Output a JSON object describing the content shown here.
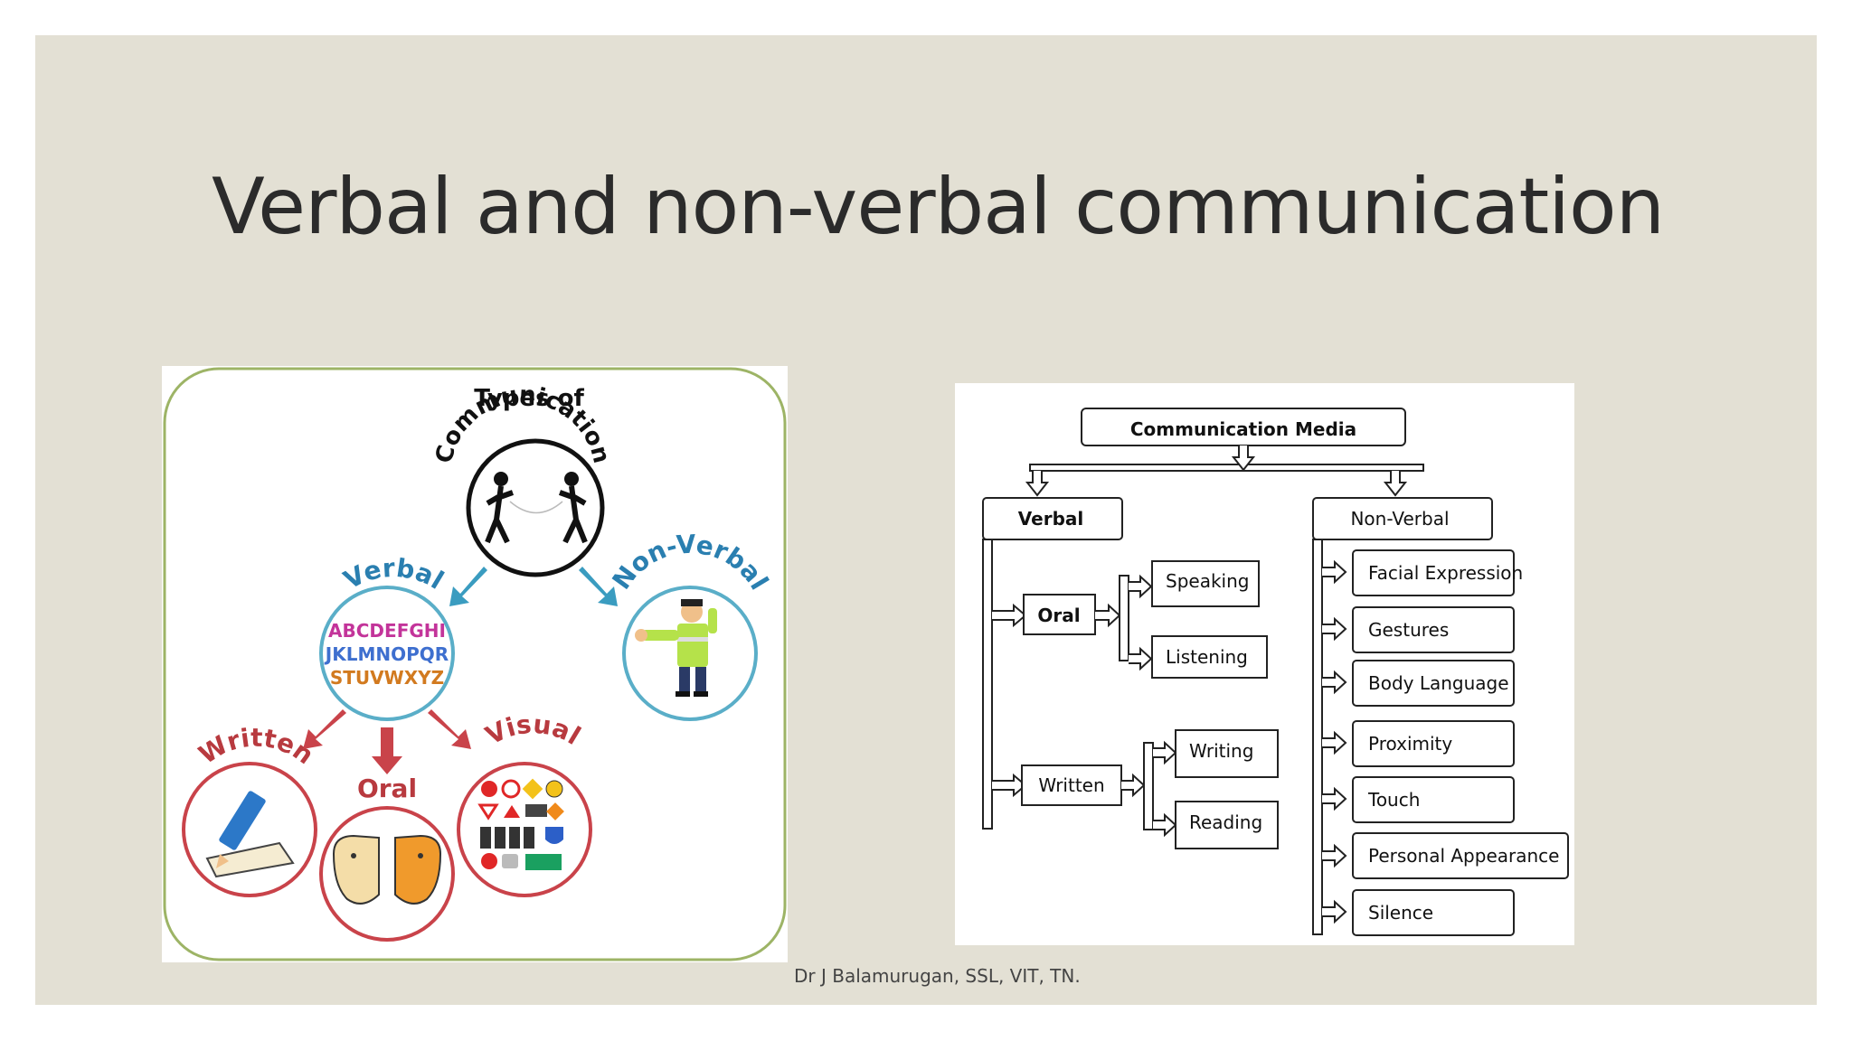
{
  "slide": {
    "title": "Verbal and non-verbal communication",
    "footer": "Dr J Balamurugan, SSL, VIT, TN."
  },
  "left_figure": {
    "center_line1": "Types of",
    "center_line2": "Communication",
    "verbal": "Verbal",
    "nonverbal": "Non-Verbal",
    "written": "Written",
    "oral": "Oral",
    "visual": "Visual",
    "alphabet_rows": [
      "ABCDEFGHI",
      "JKLMNOPQR",
      "STUVWXYZ"
    ]
  },
  "right_figure": {
    "root": "Communication Media",
    "verbal": "Verbal",
    "nonverbal": "Non-Verbal",
    "oral": "Oral",
    "written": "Written",
    "speaking": "Speaking",
    "listening": "Listening",
    "writing": "Writing",
    "reading": "Reading",
    "nonverbal_items": [
      "Facial Expression",
      "Gestures",
      "Body Language",
      "Proximity",
      "Touch",
      "Personal Appearance",
      "Silence"
    ]
  },
  "colors": {
    "slide_bg": "#e3e0d4",
    "arrow_blue": "#3a9cc0",
    "arrow_red": "#c9434a",
    "frame_green": "#9db466"
  }
}
